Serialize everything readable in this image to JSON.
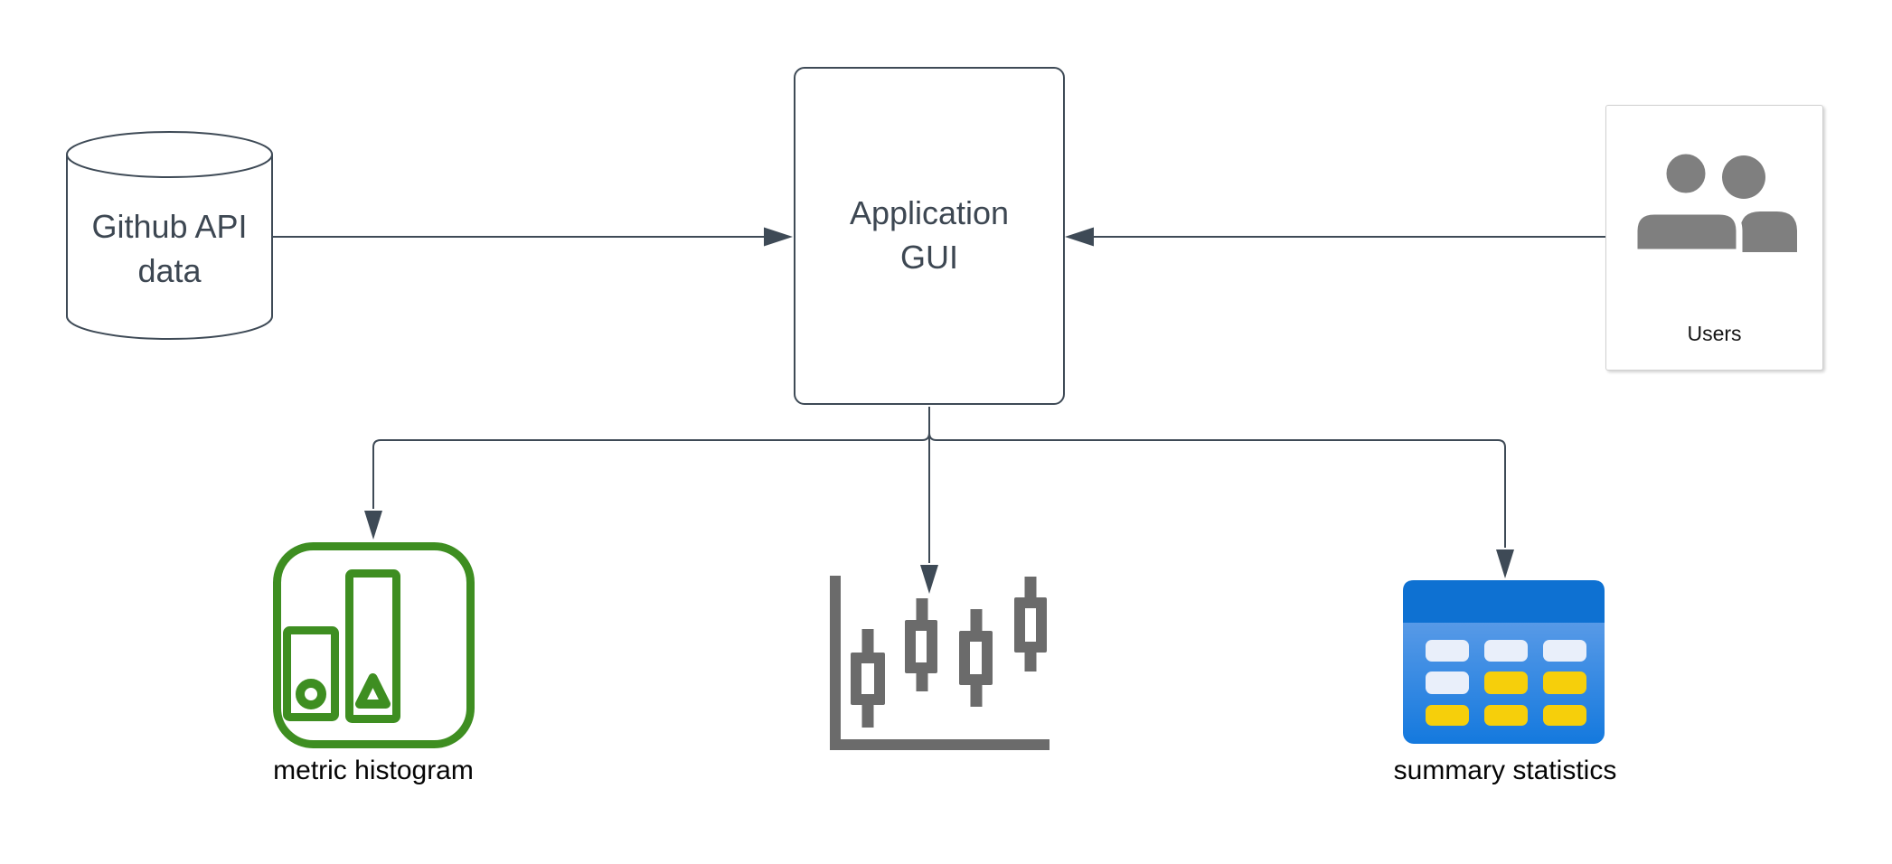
{
  "diagram": {
    "colors": {
      "line": "#3e4a56",
      "node_text": "#3d4752",
      "green": "#3e8e21",
      "gray_icon": "#6b6b6b",
      "users_gray": "#7f7f7f",
      "table_header_blue": "#0e71d2",
      "table_body_blue_top": "#6fa5ea",
      "table_body_blue_bottom": "#1479de",
      "table_cell_white": "#e9effa",
      "table_cell_yellow": "#f6cf0b"
    },
    "nodes": {
      "github_data": {
        "shape": "cylinder",
        "line1": "Github API",
        "line2": "data"
      },
      "app_gui": {
        "shape": "rounded-rectangle",
        "line1": "Application",
        "line2": "GUI"
      },
      "users": {
        "shape": "card",
        "icon": "people-icon",
        "label": "Users"
      },
      "metric_histogram": {
        "icon": "histogram-icon",
        "label": "metric histogram"
      },
      "candlestick_chart": {
        "icon": "candlestick-chart-icon",
        "label": ""
      },
      "summary_statistics": {
        "icon": "table-icon",
        "label": "summary statistics"
      }
    },
    "edges": [
      {
        "id": "github-to-appgui",
        "from": "Github API data",
        "to": "Application GUI"
      },
      {
        "id": "users-to-appgui",
        "from": "Users",
        "to": "Application GUI"
      },
      {
        "id": "appgui-to-histogram",
        "from": "Application GUI",
        "to": "metric histogram"
      },
      {
        "id": "appgui-to-candlestick",
        "from": "Application GUI",
        "to": "candlestick chart"
      },
      {
        "id": "appgui-to-table",
        "from": "Application GUI",
        "to": "summary statistics"
      }
    ]
  }
}
